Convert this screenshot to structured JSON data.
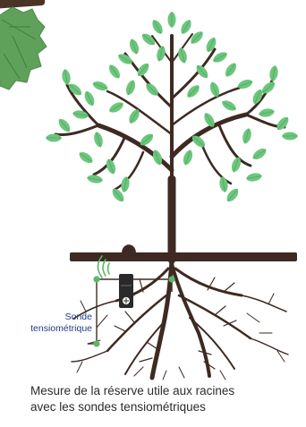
{
  "sensor_label": {
    "line1": "Sonde",
    "line2": "tensiométrique"
  },
  "caption": {
    "line1": "Mesure de la réserve utile aux racines",
    "line2": "avec les sondes tensiométriques"
  },
  "colors": {
    "trunk": "#3e2a22",
    "leaf": "#6cc67d",
    "leaf_dark": "#4ea862",
    "vine_leaf": "#5fa15b",
    "accent_green": "#5db765",
    "label_blue": "#1f3b86",
    "caption_text": "#2b2b2b"
  }
}
